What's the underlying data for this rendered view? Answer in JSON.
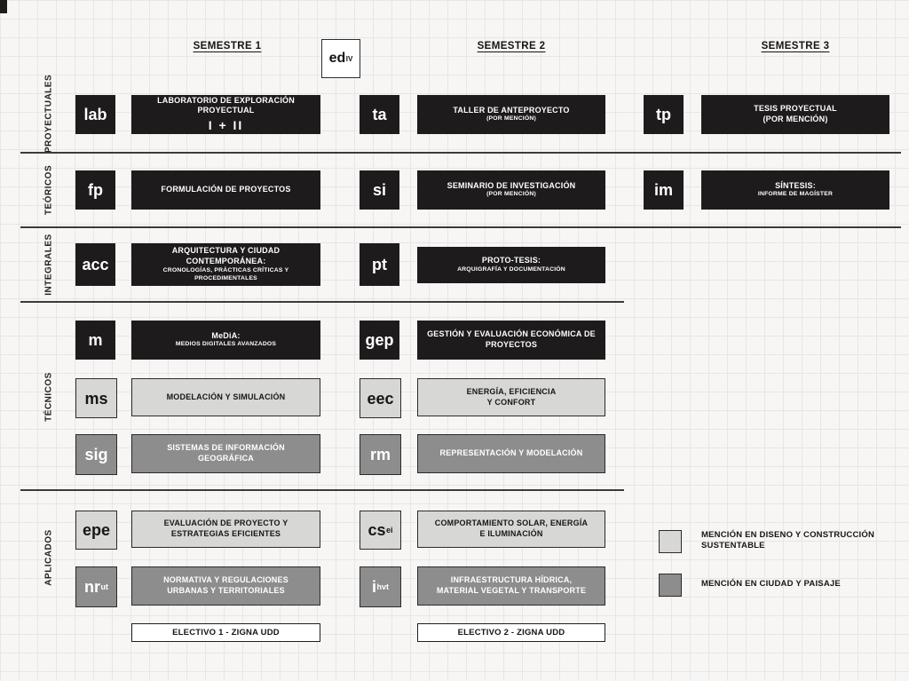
{
  "headers": {
    "sem1": "SEMESTRE 1",
    "sem2": "SEMESTRE 2",
    "sem3": "SEMESTRE 3"
  },
  "logo": {
    "base": "ed",
    "sup": "IV"
  },
  "side_labels": {
    "proyectuales": "PROYECTUALES",
    "teoricos": "TEÓRICOS",
    "integrales": "INTEGRALES",
    "tecnicos": "TÉCNICOS",
    "aplicados": "APLICADOS"
  },
  "courses": {
    "lab": {
      "code": "lab",
      "l1": "LABORATORIO DE EXPLORACIÓN PROYECTUAL",
      "l2": "I + II"
    },
    "fp": {
      "code": "fp",
      "l1": "FORMULACIÓN DE PROYECTOS"
    },
    "acc": {
      "code": "acc",
      "l1": "ARQUITECTURA Y CIUDAD",
      "l2": "CONTEMPORÁNEA:",
      "l3": "CRONOLOGÍAS, PRÁCTICAS CRÍTICAS Y PROCEDIMENTALES"
    },
    "m": {
      "code": "m",
      "l1": "MeDiA:",
      "l2": "MEDIOS DIGITALES AVANZADOS"
    },
    "ms": {
      "code": "ms",
      "l1": "MODELACIÓN Y SIMULACIÓN"
    },
    "sig": {
      "code": "sig",
      "l1": "SISTEMAS DE INFORMACIÓN",
      "l2": "GEOGRÁFICA"
    },
    "epe": {
      "code": "epe",
      "l1": "EVALUACIÓN DE PROYECTO Y",
      "l2": "ESTRATEGIAS EFICIENTES"
    },
    "nr": {
      "code": "nr",
      "sup": "ut",
      "l1": "NORMATIVA Y REGULACIONES",
      "l2": "URBANAS Y TERRITORIALES"
    },
    "ta": {
      "code": "ta",
      "l1": "TALLER DE ANTEPROYECTO",
      "l2": "(POR MENCIÓN)"
    },
    "si": {
      "code": "si",
      "l1": "SEMINARIO DE INVESTIGACIÓN",
      "l2": "(POR MENCIÓN)"
    },
    "pt": {
      "code": "pt",
      "l1": "PROTO-TESIS:",
      "l2": "ARQUIGRAFÍA Y DOCUMENTACIÓN"
    },
    "gep": {
      "code": "gep",
      "l1": "GESTIÓN Y EVALUACIÓN ECONÓMICA DE",
      "l2": "PROYECTOS"
    },
    "eec": {
      "code": "eec",
      "l1": "ENERGÍA, EFICIENCIA",
      "l2": "Y CONFORT"
    },
    "rm": {
      "code": "rm",
      "l1": "REPRESENTACIÓN Y MODELACIÓN"
    },
    "cs": {
      "code": "cs",
      "sup": "ei",
      "l1": "COMPORTAMIENTO SOLAR, ENERGÍA",
      "l2": "E ILUMINACIÓN"
    },
    "i": {
      "code": "i",
      "sup": "hvt",
      "l1": "INFRAESTRUCTURA HÍDRICA,",
      "l2": "MATERIAL VEGETAL Y TRANSPORTE"
    },
    "tp": {
      "code": "tp",
      "l1": "TESIS PROYECTUAL",
      "l2": "(POR MENCIÓN)"
    },
    "im": {
      "code": "im",
      "l1": "SÍNTESIS:",
      "l2": "INFORME DE MAGÍSTER"
    }
  },
  "electives": {
    "e1": "ELECTIVO 1 - ZIGNA UDD",
    "e2": "ELECTIVO 2 - ZIGNA UDD"
  },
  "legend": {
    "sustentable": "MENCIÓN EN DISENO Y CONSTRUCCIÓN SUSTENTABLE",
    "ciudad": "MENCIÓN EN CIUDAD Y PAISAJE"
  },
  "colors": {
    "black_box": "#1d1b1b",
    "light_gray_mention": "#d7d7d6",
    "dark_gray_mention": "#8e8d8d",
    "background": "#f7f6f5"
  }
}
